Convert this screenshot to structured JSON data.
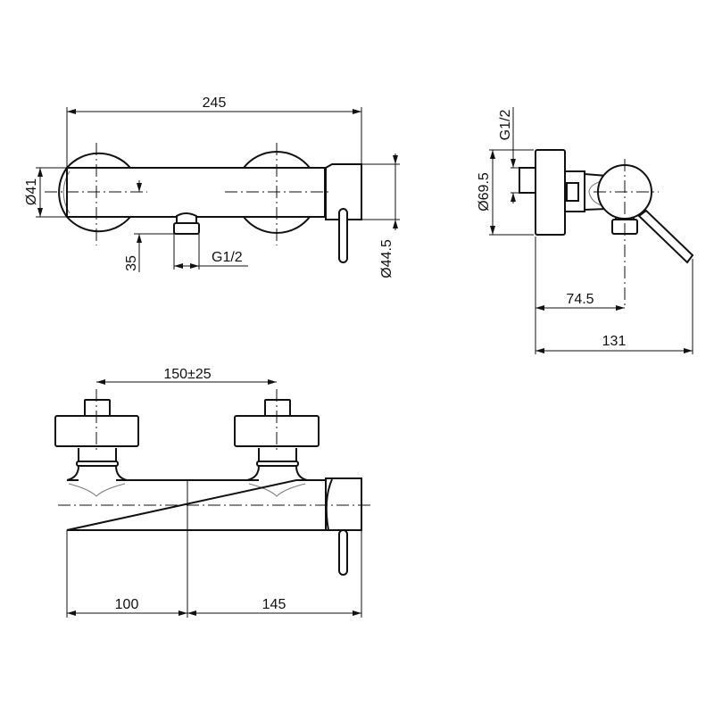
{
  "title": "Wall-mounted shower mixer technical drawing",
  "front_view": {
    "overall_width": "245",
    "body_diameter": "Ø41",
    "outlet_offset": "35",
    "outlet_thread": "G1/2",
    "handle_diameter": "Ø44.5"
  },
  "side_view": {
    "inlet_thread": "G1/2",
    "rosette_diameter": "Ø69.5",
    "axis_depth": "74.5",
    "overall_depth": "131"
  },
  "top_view": {
    "inlet_spacing": "150±25",
    "left_offset": "100",
    "right_offset": "145"
  },
  "colors": {
    "line": "#111111",
    "background": "#ffffff"
  }
}
